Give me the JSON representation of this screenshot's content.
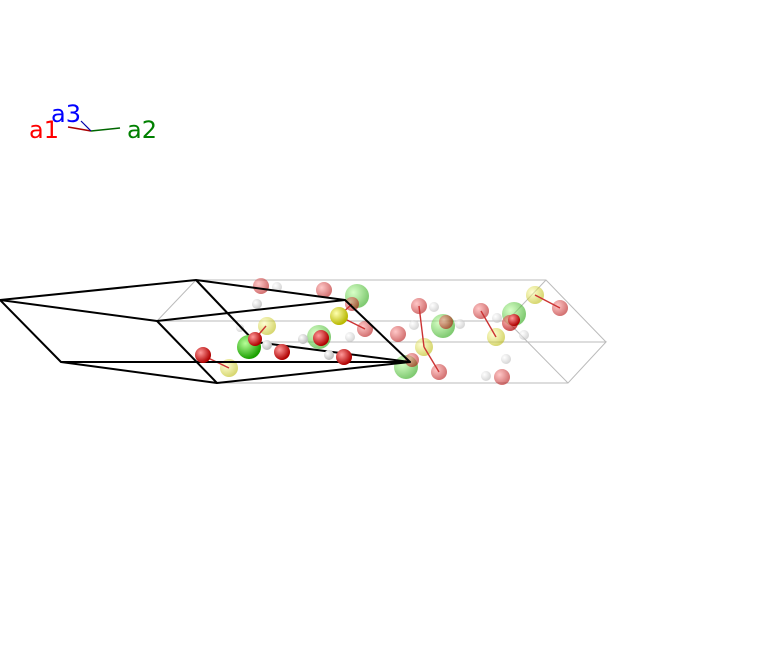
{
  "axes": {
    "a1": {
      "label": "a1",
      "color": "#ff0000"
    },
    "a2": {
      "label": "a2",
      "color": "#008000"
    },
    "a3": {
      "label": "a3",
      "color": "#0000ff"
    }
  },
  "colors": {
    "background": "#ffffff",
    "unit_cell_edge": "#000000",
    "ghost_cell_edge": "#bbbbbb",
    "bond": "#cc3333"
  },
  "atom_types": {
    "Cl": {
      "color": "#22cc00",
      "ghost_color": "#88ee66"
    },
    "S": {
      "color": "#eeee00",
      "ghost_color": "#f3f39a"
    },
    "O": {
      "color": "#ee0000",
      "ghost_color": "#ee8080"
    },
    "H": {
      "color": "#ffffff",
      "ghost_color": "#ffffff"
    }
  }
}
